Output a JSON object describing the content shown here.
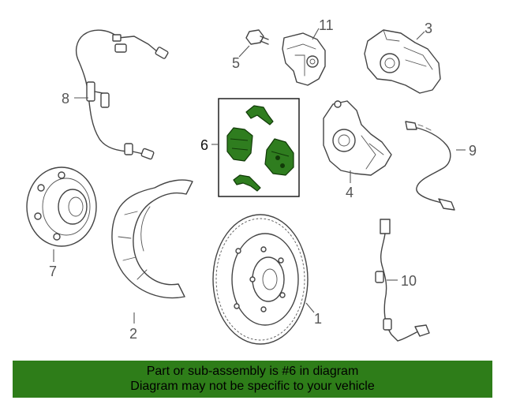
{
  "callouts": {
    "c1": "1",
    "c2": "2",
    "c3": "3",
    "c4": "4",
    "c5": "5",
    "c6": "6",
    "c7": "7",
    "c8": "8",
    "c9": "9",
    "c10": "10",
    "c11": "11"
  },
  "banner": {
    "line1": "Part or sub-assembly is #6 in diagram",
    "line2": "Diagram may not be specific to your vehicle"
  },
  "colors": {
    "highlight": "#2e7d19",
    "line_art": "#444444"
  }
}
